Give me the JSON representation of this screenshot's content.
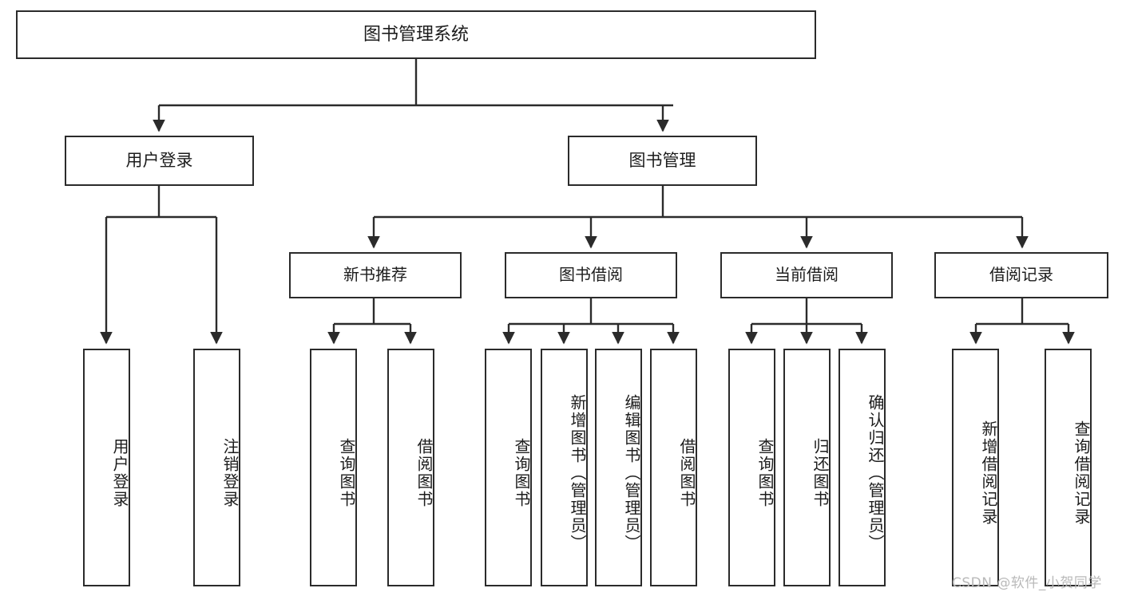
{
  "diagram": {
    "type": "tree",
    "title": "图书管理系统",
    "colors": {
      "box_border": "#2b2b2b",
      "box_fill": "#ffffff",
      "edge": "#2b2b2b",
      "text": "#1c1c1c",
      "watermark": "#b9b9b9",
      "background": "#ffffff"
    },
    "root": {
      "label": "图书管理系统"
    },
    "level1": [
      {
        "id": "user-login",
        "label": "用户登录"
      },
      {
        "id": "book-manage",
        "label": "图书管理"
      }
    ],
    "level2": [
      {
        "id": "new-book-rec",
        "label": "新书推荐",
        "parent": "book-manage"
      },
      {
        "id": "book-borrow",
        "label": "图书借阅",
        "parent": "book-manage"
      },
      {
        "id": "current-borrow",
        "label": "当前借阅",
        "parent": "book-manage"
      },
      {
        "id": "borrow-record",
        "label": "借阅记录",
        "parent": "book-manage"
      }
    ],
    "leaves": [
      {
        "id": "leaf-user-login",
        "label": "用户登录",
        "parent": "user-login"
      },
      {
        "id": "leaf-user-logout",
        "label": "注销登录",
        "parent": "user-login"
      },
      {
        "id": "leaf-query-book-1",
        "label": "查询图书",
        "parent": "new-book-rec"
      },
      {
        "id": "leaf-borrow-book-1",
        "label": "借阅图书",
        "parent": "new-book-rec"
      },
      {
        "id": "leaf-query-book-2",
        "label": "查询图书",
        "parent": "book-borrow"
      },
      {
        "id": "leaf-add-book",
        "label": "新增图书（管理员）",
        "parent": "book-borrow"
      },
      {
        "id": "leaf-edit-book",
        "label": "编辑图书（管理员）",
        "parent": "book-borrow"
      },
      {
        "id": "leaf-borrow-book-2",
        "label": "借阅图书",
        "parent": "book-borrow"
      },
      {
        "id": "leaf-query-book-3",
        "label": "查询图书",
        "parent": "current-borrow"
      },
      {
        "id": "leaf-return-book",
        "label": "归还图书",
        "parent": "current-borrow"
      },
      {
        "id": "leaf-confirm-return",
        "label": "确认归还（管理员）",
        "parent": "current-borrow"
      },
      {
        "id": "leaf-add-record",
        "label": "新增借阅记录",
        "parent": "borrow-record"
      },
      {
        "id": "leaf-query-record",
        "label": "查询借阅记录",
        "parent": "borrow-record"
      }
    ]
  },
  "watermark": {
    "text": "CSDN @软件_小贺同学"
  }
}
